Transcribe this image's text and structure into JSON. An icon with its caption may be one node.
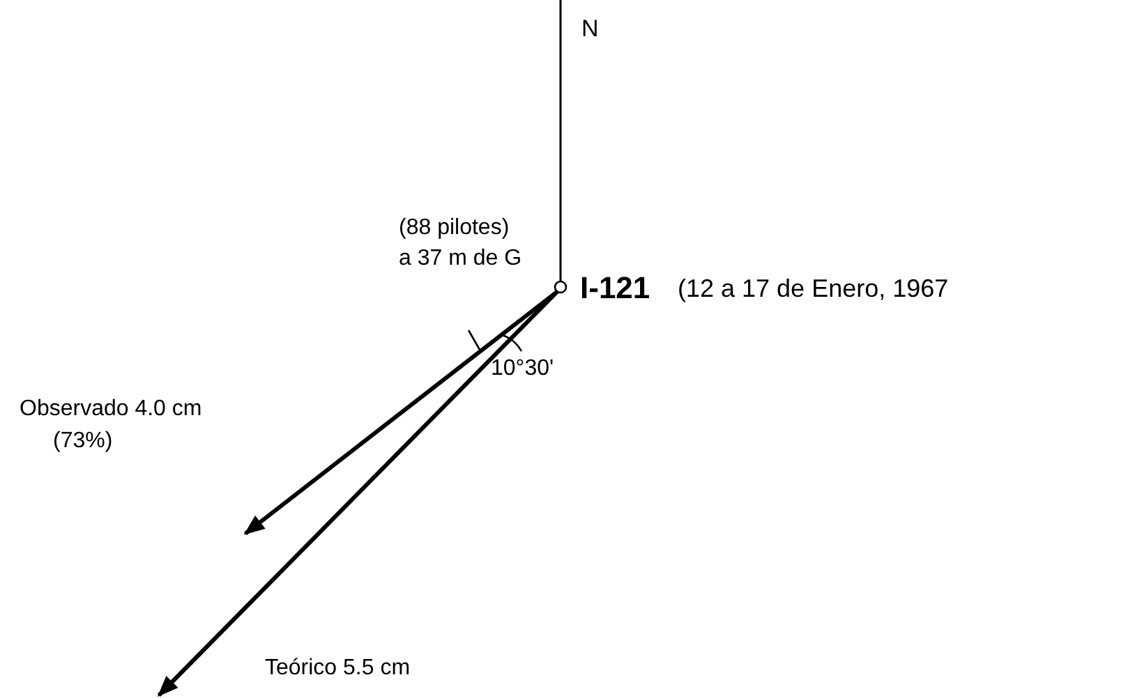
{
  "diagram": {
    "nodes": [
      {
        "text": [],
        "shape": "circle",
        "beside": [
          "I-121",
          "(12 a 17 de Enero, 1967"
        ]
      }
    ],
    "labels": [
      "N",
      "(88 pilotes)",
      "a 37 m de G",
      "Observado 4.0 cm",
      "(73%)",
      "10°30'",
      "Teórico 5.5 cm"
    ]
  }
}
